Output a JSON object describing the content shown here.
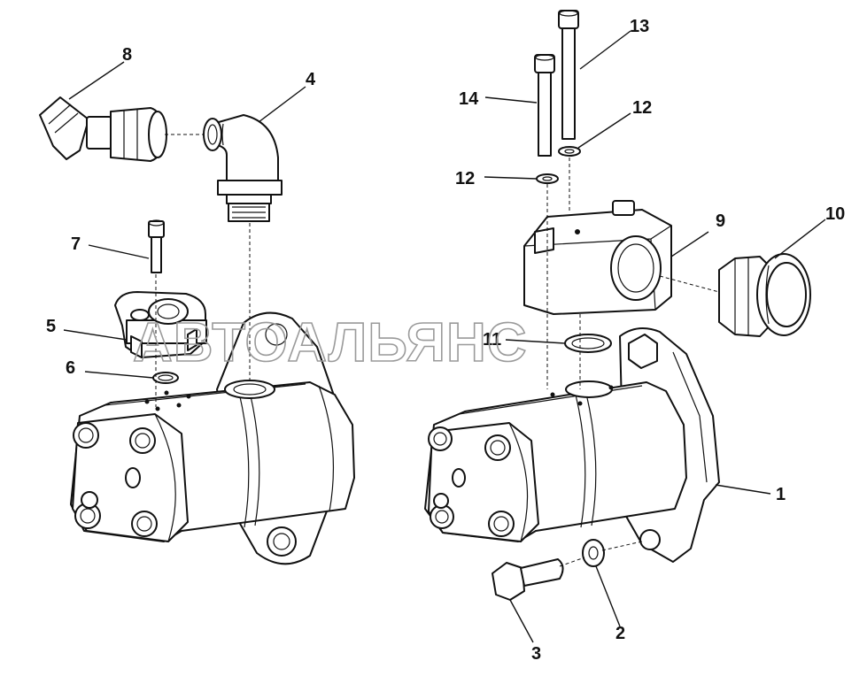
{
  "watermark": "АВТОАЛЬЯНС",
  "callouts": [
    {
      "id": "c1",
      "label": "1"
    },
    {
      "id": "c2",
      "label": "2"
    },
    {
      "id": "c3",
      "label": "3"
    },
    {
      "id": "c4",
      "label": "4"
    },
    {
      "id": "c5",
      "label": "5"
    },
    {
      "id": "c6",
      "label": "6"
    },
    {
      "id": "c7",
      "label": "7"
    },
    {
      "id": "c8",
      "label": "8"
    },
    {
      "id": "c9",
      "label": "9"
    },
    {
      "id": "c10",
      "label": "10"
    },
    {
      "id": "c11",
      "label": "11"
    },
    {
      "id": "c12a",
      "label": "12"
    },
    {
      "id": "c12b",
      "label": "12"
    },
    {
      "id": "c13",
      "label": "13"
    },
    {
      "id": "c14",
      "label": "14"
    }
  ]
}
